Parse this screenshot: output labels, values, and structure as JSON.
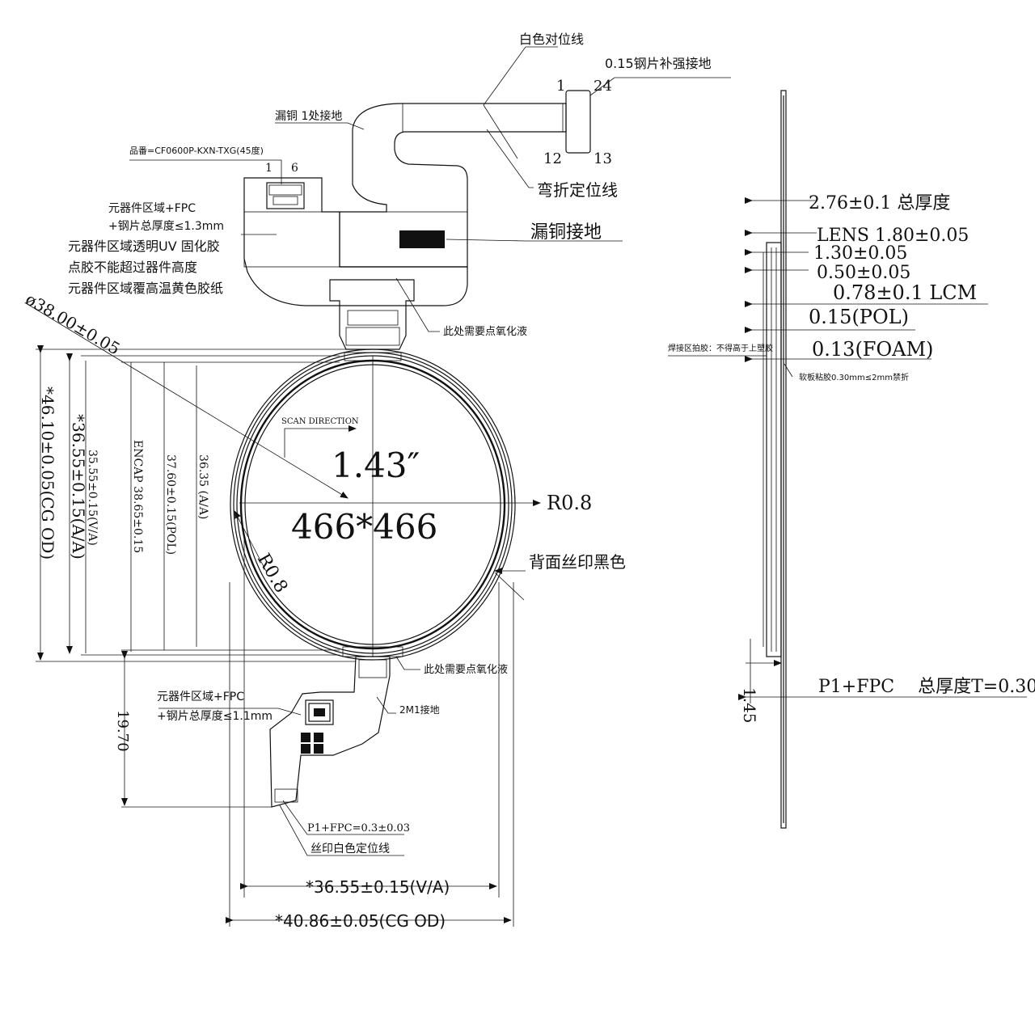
{
  "labels": {
    "white_align_line": "白色对位线",
    "steel_ground": "0.15钢片补强接地",
    "pin_1": "1",
    "pin_24": "24",
    "pin_12": "12",
    "pin_13": "13",
    "exposed_copper_1": "漏铜 1处接地",
    "bend_align_line": "弯折定位线",
    "part_number": "品番=CF0600P-KXN-TXG(45度)",
    "conn_pin_1": "1",
    "conn_pin_6": "6",
    "comp_area_1": "元器件区域+FPC",
    "comp_area_2": "+钢片总厚度≤1.3mm",
    "comp_uv": "元器件区域透明UV 固化胶",
    "comp_glue": "点胶不能超过器件高度",
    "comp_tape": "元器件区域覆高温黄色胶纸",
    "exposed_copper_ground": "漏铜接地",
    "epoxy_top": "此处需要点氧化液",
    "diameter": "ø38.00±0.05",
    "scan_direction": "SCAN DIRECTION",
    "size": "1.43″",
    "resolution": "466*466",
    "r08_right": "R0.8",
    "r08_left": "R0.8",
    "back_print": "背面丝印黑色",
    "dim_cg_od_v": "*46.10±0.05(CG OD)",
    "dim_aa_v": "*36.55±0.15(A/A)",
    "dim_va_v": "35.55±0.15(V/A)",
    "dim_encap": "ENCAP 38.65±0.15",
    "dim_pol": "37.60±0.15(POL)",
    "dim_aa2": "36.35 (A/A)",
    "epoxy_bottom": "此处需要点氧化液",
    "comp_area_b1": "元器件区域+FPC",
    "comp_area_b2": "+钢片总厚度≤1.1mm",
    "gnd_2m1": "2M1接地",
    "dim_1970": "19.70",
    "p1_fpc": "P1+FPC=0.3±0.03",
    "silk_white": "丝印白色定位线",
    "dim_va_h": "*36.55±0.15(V/A)",
    "dim_cg_h": "*40.86±0.05(CG OD)",
    "total_thickness": "2.76±0.1 总厚度",
    "lens": "LENS 1.80±0.05",
    "t130": "1.30±0.05",
    "t050": "0.50±0.05",
    "lcm": "0.78±0.1 LCM",
    "pol": "0.15(POL)",
    "foam": "0.13(FOAM)",
    "solder_note": "焊接区拍胶：不得高于上塑胶",
    "fpc_glue": "软板粘胶0.30mm≤2mm禁折",
    "p1_fpc_total": "P1+FPC　 总厚度T=0.30",
    "dim_145": "1.45"
  }
}
